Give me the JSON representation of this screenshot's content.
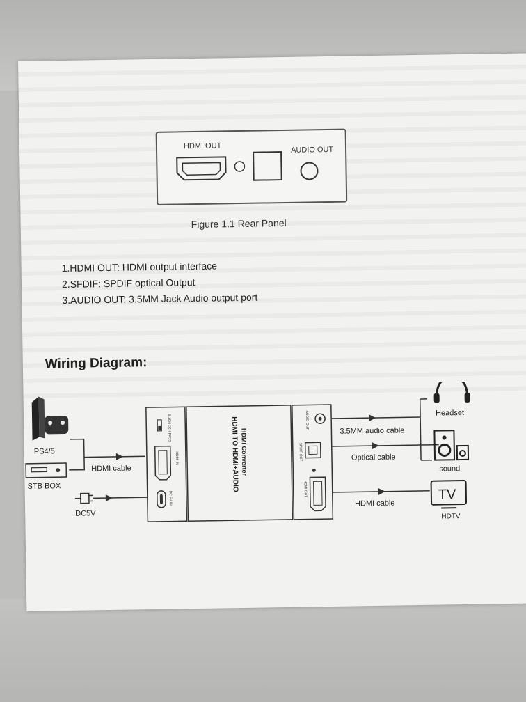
{
  "rear_panel": {
    "hdmi_out_label": "HDMI OUT",
    "audio_out_label": "AUDIO OUT"
  },
  "figure_caption": "Figure 1.1 Rear Panel",
  "specs": [
    "1.HDMI OUT: HDMI output interface",
    "2.SFDIF: SPDIF optical Output",
    "3.AUDIO OUT: 3.5MM Jack Audio output port"
  ],
  "wiring_heading": "Wiring Diagram:",
  "wiring": {
    "ps45_label": "PS4/5",
    "stb_label": "STB BOX",
    "hdmi_cable_left": "HDMI cable",
    "dc5v_label": "DC5V",
    "converter_title": "HDMI TO HDMI+AUDIO",
    "converter_subtitle": "HDMI Converter",
    "input_switch_label": "5.1CH 2CH PASS",
    "hdmi_in_label": "HDMI IN",
    "dc_in_label": "DC 5V IN",
    "audio_out_port_label": "AUDIO OUT",
    "spdif_out_label": "SPDIF OUT",
    "hdmi_out_port_label": "HDMI OUT",
    "cable_35mm": "3.5MM audio cable",
    "optical_cable": "Optical cable",
    "hdmi_cable_right": "HDMI cable",
    "headset_label": "Headset",
    "sound_label": "sound",
    "tv_text": "TV",
    "hdtv_label": "HDTV"
  }
}
